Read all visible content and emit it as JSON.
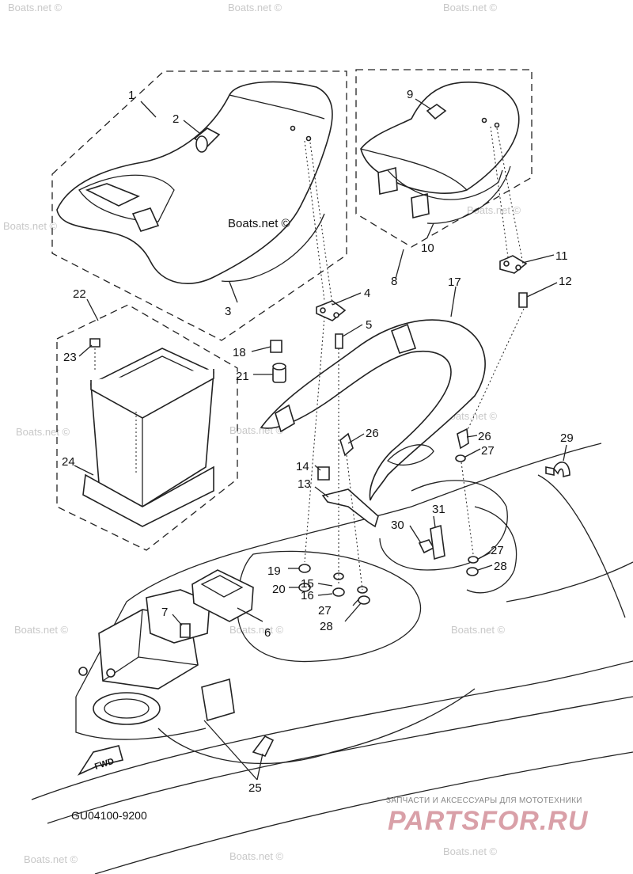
{
  "diagram": {
    "drawing_code": "GU04100-9200",
    "forward_label": "FWD",
    "callouts": [
      "1",
      "2",
      "3",
      "4",
      "5",
      "6",
      "7",
      "8",
      "9",
      "10",
      "11",
      "12",
      "13",
      "14",
      "15",
      "16",
      "17",
      "18",
      "19",
      "20",
      "21",
      "22",
      "23",
      "24",
      "25",
      "26",
      "26",
      "27",
      "27",
      "27",
      "28",
      "28",
      "29",
      "30",
      "31"
    ],
    "seat_watermark": "Boats.net ©"
  },
  "watermarks": {
    "text": "Boats.net ©"
  },
  "footer": {
    "tagline": "ЗАПЧАСТИ И АКСЕССУАРЫ ДЛЯ МОТОТЕХНИКИ",
    "logo": "PARTSFOR.RU"
  }
}
